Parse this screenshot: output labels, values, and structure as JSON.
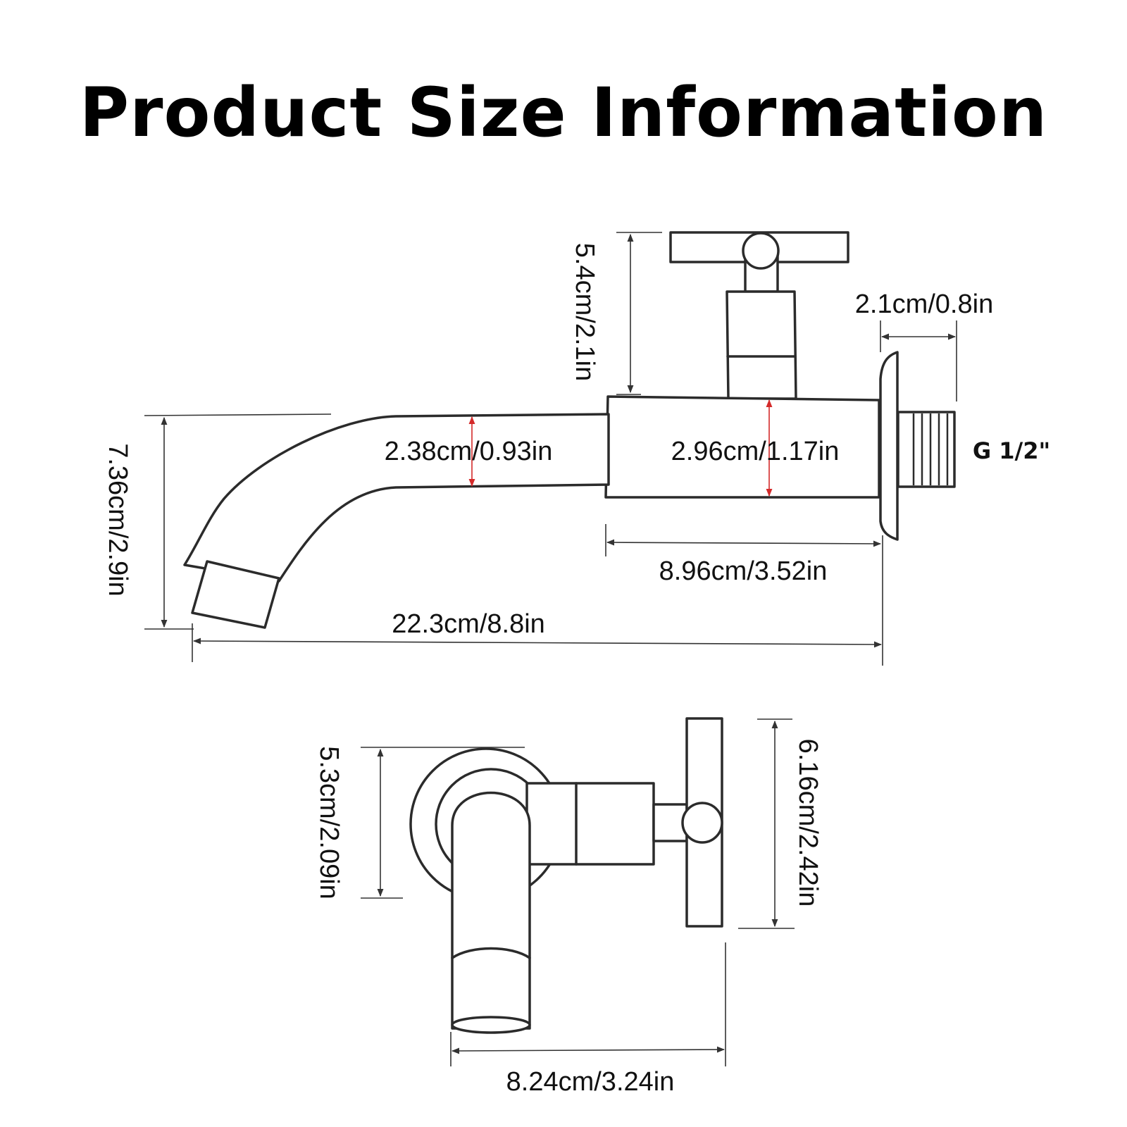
{
  "title": "Product Size Information",
  "side_view": {
    "handle_height": "5.4cm/2.1in",
    "thread_length": "2.1cm/0.8in",
    "spout_diameter": "2.38cm/0.93in",
    "body_diameter": "2.96cm/1.17in",
    "thread_spec": "G 1/2\"",
    "body_length": "8.96cm/3.52in",
    "spout_drop": "7.36cm/2.9in",
    "total_length": "22.3cm/8.8in"
  },
  "front_view": {
    "flange_height": "5.3cm/2.09in",
    "handle_height": "6.16cm/2.42in",
    "width": "8.24cm/3.24in"
  },
  "colors": {
    "outline": "#2b2b2b",
    "dimension": "#333333",
    "inner_marker": "#d42a2a"
  }
}
